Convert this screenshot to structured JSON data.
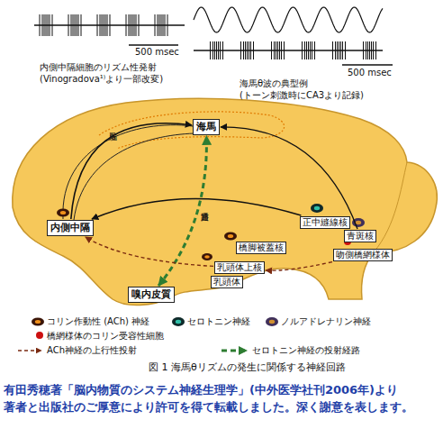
{
  "diagram": {
    "caption": "図 1 海馬θリズムの発生に関係する神経回路",
    "nodes": [
      {
        "text": [
          "海馬"
        ]
      },
      {
        "text": [
          "内側中隔"
        ]
      },
      {
        "text": [
          "正中縫線核"
        ]
      },
      {
        "text": [
          "青斑核"
        ]
      },
      {
        "text": [
          "吻側橋網様体"
        ]
      },
      {
        "text": [
          "橋脚被蓋核"
        ]
      },
      {
        "text": [
          "乳頭体上核"
        ]
      },
      {
        "text": [
          "乳頭体"
        ]
      },
      {
        "text": [
          "嗅内皮質"
        ]
      }
    ],
    "edges": [
      {
        "from": 1,
        "to": 0,
        "arrow": "to",
        "label": "脳弓"
      },
      {
        "from": 8,
        "to": 0,
        "arrow": "both",
        "label": "貫通路"
      },
      {
        "from": 2,
        "to": 1,
        "arrow": "to"
      },
      {
        "from": 3,
        "to": 0,
        "arrow": "to"
      },
      {
        "from": 4,
        "to": 6,
        "arrow": "to"
      },
      {
        "from": 6,
        "to": 1,
        "arrow": "to"
      }
    ],
    "labels": [
      "500 msec",
      "内側中隔細胞のリズム性発射",
      "(Vinogradova¹⁾より一部改変)",
      "500 msec",
      "海馬θ波の典型例",
      "(トーン刺激時にCA3より記録)",
      "有田秀穂著「脳内物質のシステム神経生理学」(中外医学社刊2006年)より",
      "著者と出版社のご厚意により許可を得て転載しました。深く謝意を表します。"
    ],
    "legend": [
      {
        "text": "コリン作動性 (ACh) 神経"
      },
      {
        "text": "セロトニン神経"
      },
      {
        "text": "ノルアドレナリン神経"
      },
      {
        "text": "橋網様体のコリン受容性細胞",
        "color": "#cc1010"
      },
      {
        "text": "ACh神経の上行性投射"
      },
      {
        "text": "セロトニン神経の投射経路"
      }
    ]
  }
}
